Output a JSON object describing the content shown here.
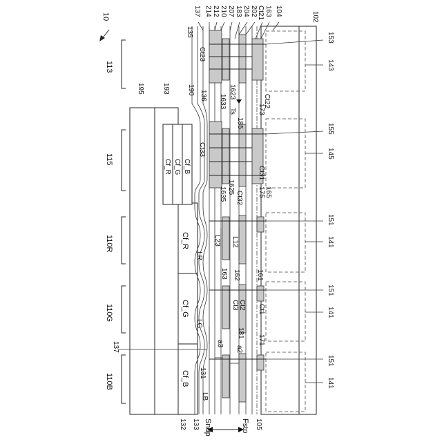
{
  "figure": {
    "ref": "10",
    "regions": {
      "r113": "113",
      "r115": "115",
      "r110R": "110R",
      "r110G": "110G",
      "r110B": "110B"
    },
    "layers": {
      "l195": "195",
      "l193": "193",
      "l102": "102",
      "l104": "104",
      "l105": "105",
      "l132": "132",
      "l133": "133"
    },
    "top_labels": [
      "137",
      "214",
      "212",
      "210",
      "207",
      "183",
      "204",
      "202",
      "Ct21",
      "163",
      "104"
    ],
    "numbers": {
      "n135": "135",
      "n136": "136",
      "n190": "190",
      "n137b": "137",
      "n131": "131",
      "n153": "153",
      "n143": "143",
      "n155": "155",
      "n145": "145",
      "n151a": "151",
      "n151b": "151",
      "n151c": "151",
      "n141a": "141",
      "n141b": "141",
      "n141c": "141",
      "n1623": "1623",
      "n1633": "1633",
      "n173": "173",
      "n185": "185",
      "n1625": "1625",
      "n1635": "1635",
      "n175": "175",
      "n165": "165",
      "n163b": "163",
      "n162": "162",
      "n161": "161",
      "n181": "181",
      "n171": "171"
    },
    "labels": {
      "ct23": "Ct23",
      "ct22": "Ct22",
      "ct33": "Ct33",
      "ct31": "Ct31",
      "ct32": "Ct32",
      "ct3": "Ct3",
      "ct2": "Ct2",
      "ct1": "Ct1",
      "ts": "Ts",
      "l23": "L23",
      "l12": "L12",
      "lr": "LR",
      "lg": "LG",
      "lb": "LB",
      "a2": "a2",
      "a3": "a3",
      "sndp": "Sndp",
      "fstp": "Fstp"
    },
    "filters": {
      "small_r": "Cf_R",
      "small_g": "Cf_G",
      "small_b": "Cf_B",
      "big_r": "Cf_R",
      "big_g": "Cf_G",
      "big_b": "Cf_B"
    }
  }
}
